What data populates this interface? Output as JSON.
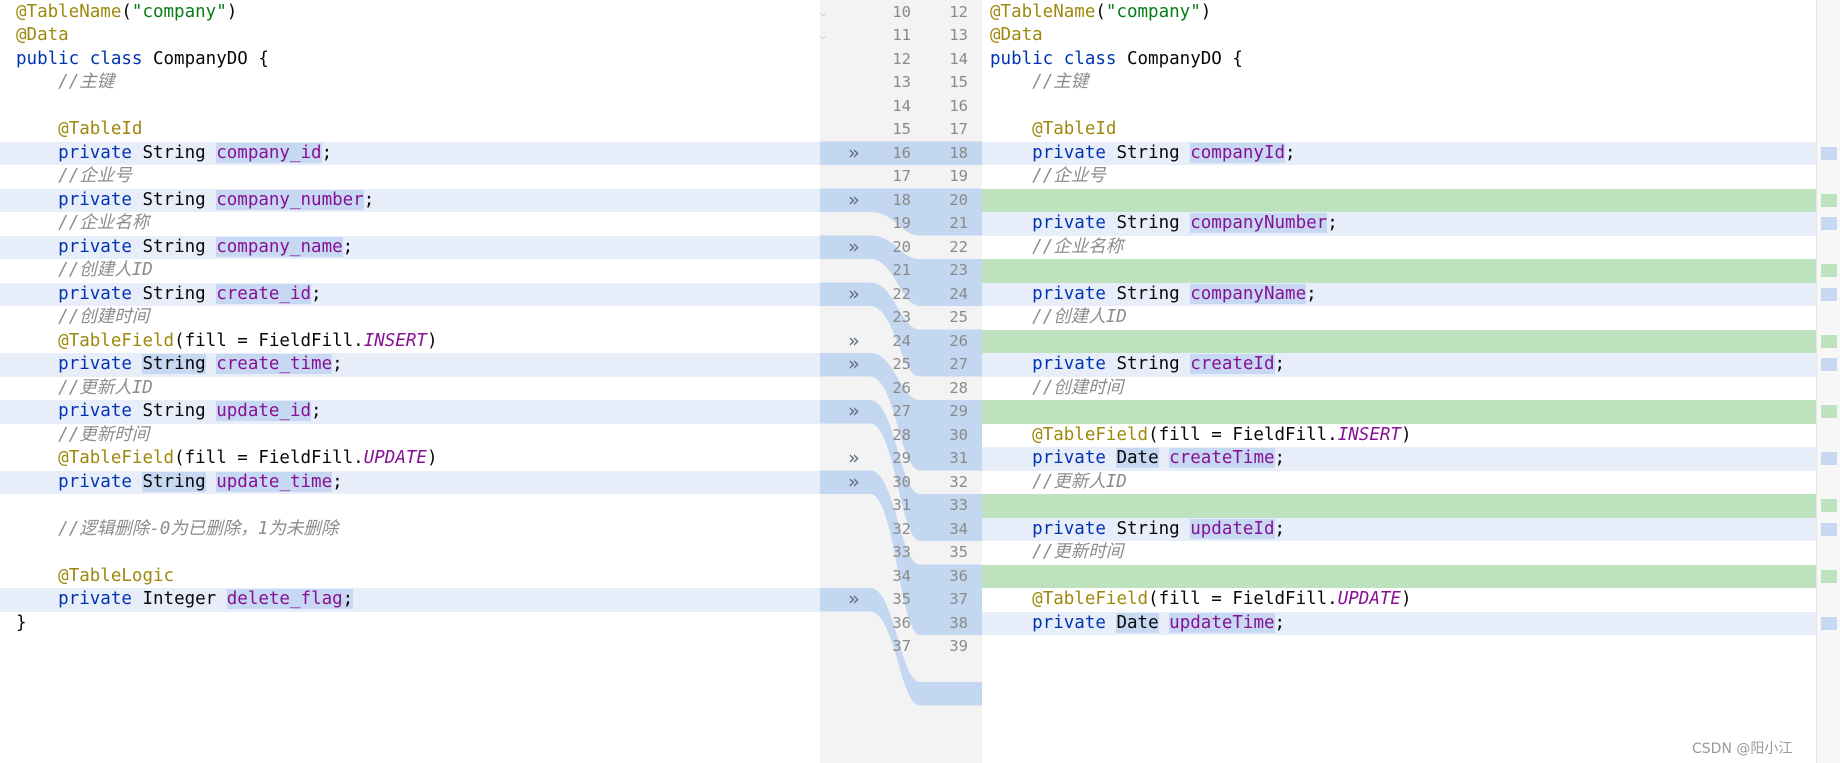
{
  "colors": {
    "background": "#ffffff",
    "modified_line": "#e8eef9",
    "inserted_line": "#bee2bd",
    "changed_token": "#c7d8f2",
    "gutter_background": "#f3f3f3",
    "connector": "#c3d7f0",
    "keyword": "#0033b3",
    "annotation": "#9e880d",
    "string": "#067d17",
    "comment": "#8c8c8c",
    "field": "#871094",
    "line_number": "#8a8a8a"
  },
  "icons": {
    "apply_change": "double-chevron-right-icon",
    "fold": "fold-marker-icon"
  },
  "left": {
    "lines": [
      {
        "type": "normal",
        "tokens": [
          [
            "ann",
            "@TableName"
          ],
          [
            "",
            "("
          ],
          [
            "str",
            "\"company\""
          ],
          [
            "",
            ")"
          ]
        ]
      },
      {
        "type": "normal",
        "tokens": [
          [
            "ann",
            "@Data"
          ]
        ]
      },
      {
        "type": "normal",
        "tokens": [
          [
            "kw",
            "public"
          ],
          [
            "",
            " "
          ],
          [
            "kw",
            "class"
          ],
          [
            "",
            " CompanyDO {"
          ]
        ]
      },
      {
        "type": "normal",
        "tokens": [
          [
            "",
            "    "
          ],
          [
            "cm",
            "//主键"
          ]
        ]
      },
      {
        "type": "normal",
        "tokens": []
      },
      {
        "type": "normal",
        "tokens": [
          [
            "",
            "    "
          ],
          [
            "ann",
            "@TableId"
          ]
        ]
      },
      {
        "type": "mod",
        "tokens": [
          [
            "",
            "    "
          ],
          [
            "kw",
            "private"
          ],
          [
            "",
            " String "
          ],
          [
            "fld chg",
            "company_id"
          ],
          [
            "",
            ";"
          ]
        ]
      },
      {
        "type": "normal",
        "tokens": [
          [
            "",
            "    "
          ],
          [
            "cm",
            "//企业号"
          ]
        ]
      },
      {
        "type": "mod",
        "tokens": [
          [
            "",
            "    "
          ],
          [
            "kw",
            "private"
          ],
          [
            "",
            " String "
          ],
          [
            "fld chg",
            "company_number"
          ],
          [
            "",
            ";"
          ]
        ]
      },
      {
        "type": "normal",
        "tokens": [
          [
            "",
            "    "
          ],
          [
            "cm",
            "//企业名称"
          ]
        ]
      },
      {
        "type": "mod",
        "tokens": [
          [
            "",
            "    "
          ],
          [
            "kw",
            "private"
          ],
          [
            "",
            " String "
          ],
          [
            "fld chg",
            "company_name"
          ],
          [
            "",
            ";"
          ]
        ]
      },
      {
        "type": "normal",
        "tokens": [
          [
            "",
            "    "
          ],
          [
            "cm",
            "//创建人ID"
          ]
        ]
      },
      {
        "type": "mod",
        "tokens": [
          [
            "",
            "    "
          ],
          [
            "kw",
            "private"
          ],
          [
            "",
            " String "
          ],
          [
            "fld chg",
            "create_id"
          ],
          [
            "",
            ";"
          ]
        ]
      },
      {
        "type": "normal",
        "tokens": [
          [
            "",
            "    "
          ],
          [
            "cm",
            "//创建时间"
          ]
        ]
      },
      {
        "type": "normal",
        "tokens": [
          [
            "",
            "    "
          ],
          [
            "ann",
            "@TableField"
          ],
          [
            "",
            "(fill = FieldFill."
          ],
          [
            "cst",
            "INSERT"
          ],
          [
            "",
            ")"
          ]
        ]
      },
      {
        "type": "mod",
        "tokens": [
          [
            "",
            "    "
          ],
          [
            "kw",
            "private"
          ],
          [
            "",
            " "
          ],
          [
            "chg",
            "String"
          ],
          [
            "",
            " "
          ],
          [
            "fld chg",
            "create_time"
          ],
          [
            "",
            ";"
          ]
        ]
      },
      {
        "type": "normal",
        "tokens": [
          [
            "",
            "    "
          ],
          [
            "cm",
            "//更新人ID"
          ]
        ]
      },
      {
        "type": "mod",
        "tokens": [
          [
            "",
            "    "
          ],
          [
            "kw",
            "private"
          ],
          [
            "",
            " String "
          ],
          [
            "fld chg",
            "update_id"
          ],
          [
            "",
            ";"
          ]
        ]
      },
      {
        "type": "normal",
        "tokens": [
          [
            "",
            "    "
          ],
          [
            "cm",
            "//更新时间"
          ]
        ]
      },
      {
        "type": "normal",
        "tokens": [
          [
            "",
            "    "
          ],
          [
            "ann",
            "@TableField"
          ],
          [
            "",
            "(fill = FieldFill."
          ],
          [
            "cst",
            "UPDATE"
          ],
          [
            "",
            ")"
          ]
        ]
      },
      {
        "type": "mod",
        "tokens": [
          [
            "",
            "    "
          ],
          [
            "kw",
            "private"
          ],
          [
            "",
            " "
          ],
          [
            "chg",
            "String"
          ],
          [
            "",
            " "
          ],
          [
            "fld chg",
            "update_time"
          ],
          [
            "",
            ";"
          ]
        ]
      },
      {
        "type": "normal",
        "tokens": []
      },
      {
        "type": "normal",
        "tokens": [
          [
            "",
            "    "
          ],
          [
            "cm",
            "//逻辑删除-0为已删除，1为未删除"
          ]
        ]
      },
      {
        "type": "normal",
        "tokens": []
      },
      {
        "type": "normal",
        "tokens": [
          [
            "",
            "    "
          ],
          [
            "ann",
            "@TableLogic"
          ]
        ]
      },
      {
        "type": "mod",
        "tokens": [
          [
            "",
            "    "
          ],
          [
            "kw",
            "private"
          ],
          [
            "",
            " Integer "
          ],
          [
            "fld chg",
            "delete_flag"
          ],
          [
            "chg",
            ";"
          ]
        ]
      },
      {
        "type": "normal",
        "tokens": [
          [
            "",
            "}"
          ]
        ]
      }
    ]
  },
  "right": {
    "lines": [
      {
        "type": "normal",
        "tokens": [
          [
            "ann",
            "@TableName"
          ],
          [
            "",
            "("
          ],
          [
            "str",
            "\"company\""
          ],
          [
            "",
            ")"
          ]
        ]
      },
      {
        "type": "normal",
        "tokens": [
          [
            "ann",
            "@Data"
          ]
        ]
      },
      {
        "type": "normal",
        "tokens": [
          [
            "kw",
            "public"
          ],
          [
            "",
            " "
          ],
          [
            "kw",
            "class"
          ],
          [
            "",
            " CompanyDO {"
          ]
        ]
      },
      {
        "type": "normal",
        "tokens": [
          [
            "",
            "    "
          ],
          [
            "cm",
            "//主键"
          ]
        ]
      },
      {
        "type": "normal",
        "tokens": []
      },
      {
        "type": "normal",
        "tokens": [
          [
            "",
            "    "
          ],
          [
            "ann",
            "@TableId"
          ]
        ]
      },
      {
        "type": "mod",
        "tokens": [
          [
            "",
            "    "
          ],
          [
            "kw",
            "private"
          ],
          [
            "",
            " String "
          ],
          [
            "fld chg",
            "companyId"
          ],
          [
            "",
            ";"
          ]
        ]
      },
      {
        "type": "normal",
        "tokens": [
          [
            "",
            "    "
          ],
          [
            "cm",
            "//企业号"
          ]
        ]
      },
      {
        "type": "ins",
        "tokens": []
      },
      {
        "type": "mod",
        "tokens": [
          [
            "",
            "    "
          ],
          [
            "kw",
            "private"
          ],
          [
            "",
            " String "
          ],
          [
            "fld chg",
            "companyNumber"
          ],
          [
            "",
            ";"
          ]
        ]
      },
      {
        "type": "normal",
        "tokens": [
          [
            "",
            "    "
          ],
          [
            "cm",
            "//企业名称"
          ]
        ]
      },
      {
        "type": "ins",
        "tokens": []
      },
      {
        "type": "mod",
        "tokens": [
          [
            "",
            "    "
          ],
          [
            "kw",
            "private"
          ],
          [
            "",
            " String "
          ],
          [
            "fld chg",
            "companyName"
          ],
          [
            "",
            ";"
          ]
        ]
      },
      {
        "type": "normal",
        "tokens": [
          [
            "",
            "    "
          ],
          [
            "cm",
            "//创建人ID"
          ]
        ]
      },
      {
        "type": "ins",
        "tokens": []
      },
      {
        "type": "mod",
        "tokens": [
          [
            "",
            "    "
          ],
          [
            "kw",
            "private"
          ],
          [
            "",
            " String "
          ],
          [
            "fld chg",
            "createId"
          ],
          [
            "",
            ";"
          ]
        ]
      },
      {
        "type": "normal",
        "tokens": [
          [
            "",
            "    "
          ],
          [
            "cm",
            "//创建时间"
          ]
        ]
      },
      {
        "type": "ins",
        "tokens": []
      },
      {
        "type": "normal",
        "tokens": [
          [
            "",
            "    "
          ],
          [
            "ann",
            "@TableField"
          ],
          [
            "",
            "(fill = FieldFill."
          ],
          [
            "cst",
            "INSERT"
          ],
          [
            "",
            ")"
          ]
        ]
      },
      {
        "type": "mod",
        "tokens": [
          [
            "",
            "    "
          ],
          [
            "kw",
            "private"
          ],
          [
            "",
            " "
          ],
          [
            "chg",
            "Date"
          ],
          [
            "",
            " "
          ],
          [
            "fld chg",
            "createTime"
          ],
          [
            "",
            ";"
          ]
        ]
      },
      {
        "type": "normal",
        "tokens": [
          [
            "",
            "    "
          ],
          [
            "cm",
            "//更新人ID"
          ]
        ]
      },
      {
        "type": "ins",
        "tokens": []
      },
      {
        "type": "mod",
        "tokens": [
          [
            "",
            "    "
          ],
          [
            "kw",
            "private"
          ],
          [
            "",
            " String "
          ],
          [
            "fld chg",
            "updateId"
          ],
          [
            "",
            ";"
          ]
        ]
      },
      {
        "type": "normal",
        "tokens": [
          [
            "",
            "    "
          ],
          [
            "cm",
            "//更新时间"
          ]
        ]
      },
      {
        "type": "ins",
        "tokens": []
      },
      {
        "type": "normal",
        "tokens": [
          [
            "",
            "    "
          ],
          [
            "ann",
            "@TableField"
          ],
          [
            "",
            "(fill = FieldFill."
          ],
          [
            "cst",
            "UPDATE"
          ],
          [
            "",
            ")"
          ]
        ]
      },
      {
        "type": "mod",
        "tokens": [
          [
            "",
            "    "
          ],
          [
            "kw",
            "private"
          ],
          [
            "",
            " "
          ],
          [
            "chg",
            "Date"
          ],
          [
            "",
            " "
          ],
          [
            "fld chg",
            "updateTime"
          ],
          [
            "",
            ";"
          ]
        ]
      }
    ]
  },
  "gutter": {
    "left_numbers": [
      "10",
      "11",
      "12",
      "13",
      "14",
      "15",
      "16",
      "17",
      "18",
      "19",
      "20",
      "21",
      "22",
      "23",
      "24",
      "25",
      "26",
      "27",
      "28",
      "29",
      "30",
      "31",
      "32",
      "33",
      "34",
      "35",
      "36",
      "37"
    ],
    "right_numbers": [
      "12",
      "13",
      "14",
      "15",
      "16",
      "17",
      "18",
      "19",
      "20",
      "21",
      "22",
      "23",
      "24",
      "25",
      "26",
      "27",
      "28",
      "29",
      "30",
      "31",
      "32",
      "33",
      "34",
      "35",
      "36",
      "37",
      "38",
      "39"
    ],
    "arrow_lines": [
      "16",
      "18",
      "20",
      "22",
      "24",
      "25",
      "27",
      "29",
      "30",
      "35"
    ]
  },
  "watermark": "CSDN @阳小江"
}
